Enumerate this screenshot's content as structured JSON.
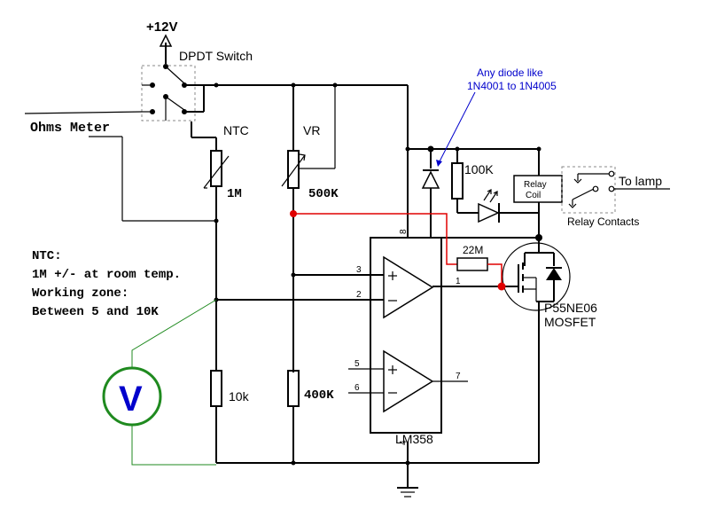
{
  "supply": {
    "label": "+12V"
  },
  "switch": {
    "label": "DPDT Switch"
  },
  "meter_input": {
    "label": "Ohms Meter"
  },
  "ntc": {
    "name": "NTC",
    "value": "1M"
  },
  "vr": {
    "name": "VR",
    "value": "500K"
  },
  "resistor_10k": {
    "value": "10k"
  },
  "resistor_400k": {
    "value": "400K"
  },
  "resistor_100k": {
    "value": "100K"
  },
  "resistor_22m": {
    "value": "22M"
  },
  "diode_note": {
    "line1": "Any diode like",
    "line2": "1N4001 to 1N4005"
  },
  "relay": {
    "coil_line1": "Relay",
    "coil_line2": "Coil",
    "contacts": "Relay Contacts",
    "output": "To lamp"
  },
  "mosfet": {
    "part": "P55NE06",
    "type": "MOSFET"
  },
  "opamp": {
    "part": "LM358",
    "pins": {
      "p1": "1",
      "p2": "2",
      "p3": "3",
      "p4": "4",
      "p5": "5",
      "p6": "6",
      "p7": "7",
      "p8": "8"
    }
  },
  "voltmeter": {
    "symbol": "V"
  },
  "notes": {
    "line1": "NTC:",
    "line2": "1M +/- at room temp.",
    "line3": "Working zone:",
    "line4": "Between 5 and 10K"
  },
  "colors": {
    "wire": "#000000",
    "highlight": "#e00000",
    "meter": "#1f8a1f",
    "note": "#0000cc"
  }
}
